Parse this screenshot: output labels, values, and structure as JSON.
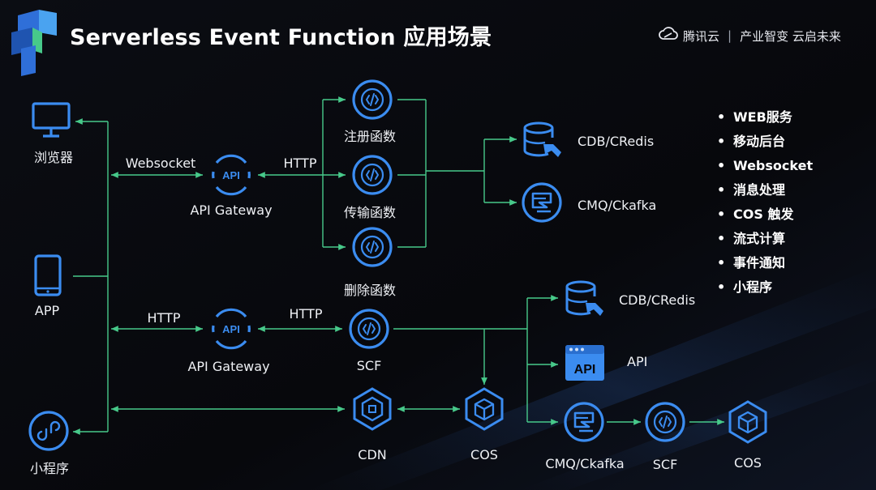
{
  "header": {
    "title": "Serverless Event Function 应用场景",
    "brand": "腾讯云",
    "slogan": "产业智变 云启未来"
  },
  "clients": {
    "browser": "浏览器",
    "app": "APP",
    "miniprogram": "小程序"
  },
  "top_flow": {
    "protocol_left": "Websocket",
    "gateway": "API Gateway",
    "protocol_right": "HTTP",
    "functions": [
      "注册函数",
      "传输函数",
      "删除函数"
    ],
    "targets": [
      "CDB/CRedis",
      "CMQ/Ckafka"
    ]
  },
  "bottom_flow": {
    "protocol_left": "HTTP",
    "gateway": "API Gateway",
    "protocol_right": "HTTP",
    "scf": "SCF",
    "cdn": "CDN",
    "cos": "COS",
    "targets": [
      "CDB/CRedis",
      "API"
    ],
    "chain": [
      "CMQ/Ckafka",
      "SCF",
      "COS"
    ]
  },
  "icon_labels": {
    "api": "API"
  },
  "scenarios": [
    "WEB服务",
    "移动后台",
    "Websocket",
    "消息处理",
    "COS 触发",
    "流式计算",
    "事件通知",
    "小程序"
  ],
  "colors": {
    "accent": "#3b8cf0",
    "line": "#47c98a",
    "background": "#07080c",
    "text": "#ffffff"
  }
}
